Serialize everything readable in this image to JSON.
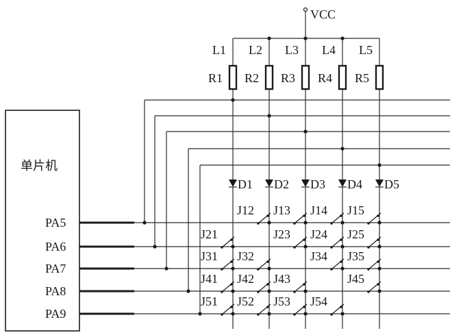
{
  "supply": {
    "label": "VCC"
  },
  "mcu": {
    "label": "单片机",
    "ports": [
      "PA5",
      "PA6",
      "PA7",
      "PA8",
      "PA9"
    ]
  },
  "columns": [
    {
      "led": "L1",
      "resistor": "R1",
      "diode": "D1"
    },
    {
      "led": "L2",
      "resistor": "R2",
      "diode": "D2"
    },
    {
      "led": "L3",
      "resistor": "R3",
      "diode": "D3"
    },
    {
      "led": "L4",
      "resistor": "R4",
      "diode": "D4"
    },
    {
      "led": "L5",
      "resistor": "R5",
      "diode": "D5"
    }
  ],
  "switches": [
    {
      "label": "J12",
      "row": 1,
      "col": 2
    },
    {
      "label": "J13",
      "row": 1,
      "col": 3
    },
    {
      "label": "J14",
      "row": 1,
      "col": 4
    },
    {
      "label": "J15",
      "row": 1,
      "col": 5
    },
    {
      "label": "J21",
      "row": 2,
      "col": 1
    },
    {
      "label": "J23",
      "row": 2,
      "col": 3
    },
    {
      "label": "J24",
      "row": 2,
      "col": 4
    },
    {
      "label": "J25",
      "row": 2,
      "col": 5
    },
    {
      "label": "J31",
      "row": 3,
      "col": 1
    },
    {
      "label": "J32",
      "row": 3,
      "col": 2
    },
    {
      "label": "J34",
      "row": 3,
      "col": 4
    },
    {
      "label": "J35",
      "row": 3,
      "col": 5
    },
    {
      "label": "J41",
      "row": 4,
      "col": 1
    },
    {
      "label": "J42",
      "row": 4,
      "col": 2
    },
    {
      "label": "J43",
      "row": 4,
      "col": 3
    },
    {
      "label": "J45",
      "row": 4,
      "col": 5
    },
    {
      "label": "J51",
      "row": 5,
      "col": 1
    },
    {
      "label": "J52",
      "row": 5,
      "col": 2
    },
    {
      "label": "J53",
      "row": 5,
      "col": 3
    },
    {
      "label": "J54",
      "row": 5,
      "col": 4
    }
  ]
}
